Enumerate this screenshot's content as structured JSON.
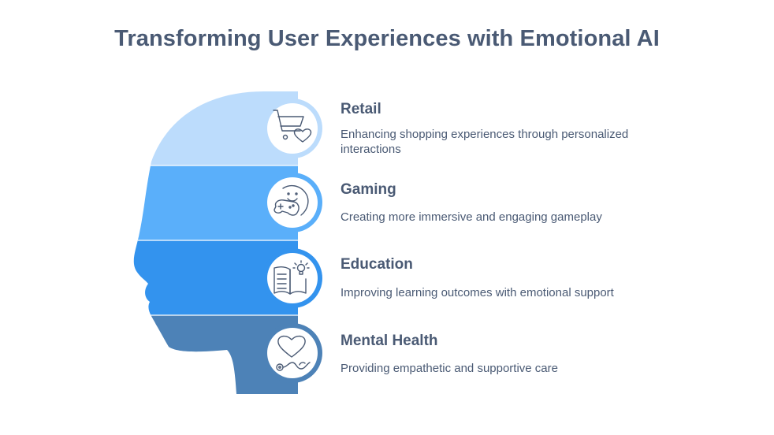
{
  "title": "Transforming User Experiences with Emotional AI",
  "items": [
    {
      "title": "Retail",
      "description": "Enhancing shopping experiences through personalized interactions",
      "icon": "shopping-cart-heart-icon",
      "color": "#bcdcfc"
    },
    {
      "title": "Gaming",
      "description": "Creating more immersive and engaging gameplay",
      "icon": "game-controller-smile-icon",
      "color": "#5aaffa"
    },
    {
      "title": "Education",
      "description": "Improving learning outcomes with emotional support",
      "icon": "book-lightbulb-icon",
      "color": "#3393ee"
    },
    {
      "title": "Mental Health",
      "description": "Providing empathetic and supportive care",
      "icon": "heart-stethoscope-icon",
      "color": "#4d82b7"
    }
  ]
}
